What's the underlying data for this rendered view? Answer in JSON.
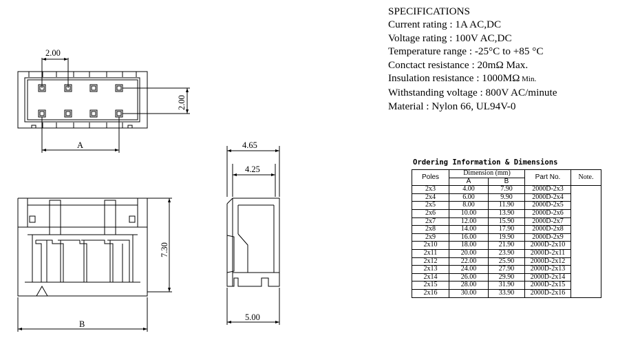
{
  "specifications": {
    "heading": "SPECIFICATIONS",
    "lines": [
      {
        "text": "Current rating : 1A AC,DC",
        "suffix": ""
      },
      {
        "text": "Voltage rating : 100V AC,DC",
        "suffix": ""
      },
      {
        "text": "Temperature range : -25°C to +85 °C",
        "suffix": ""
      },
      {
        "text": "Conctact resistance : 20mΩ  Max.",
        "suffix": ""
      },
      {
        "text": "Insulation resistance : 1000MΩ",
        "suffix": " Min."
      },
      {
        "text": "Withstanding voltage : 800V AC/minute",
        "suffix": ""
      },
      {
        "text": "Material : Nylon 66, UL94V-0",
        "suffix": ""
      }
    ]
  },
  "ordering": {
    "title": "Ordering Information & Dimensions",
    "header": {
      "poles": "Poles",
      "dimension": "Dimension (mm)",
      "a": "A",
      "b": "B",
      "part": "Part No.",
      "note": "Note."
    },
    "rows": [
      [
        "2x3",
        "4.00",
        "7.90",
        "2000D-2x3"
      ],
      [
        "2x4",
        "6.00",
        "9.90",
        "2000D-2x4"
      ],
      [
        "2x5",
        "8.00",
        "11.90",
        "2000D-2x5"
      ],
      [
        "2x6",
        "10.00",
        "13.90",
        "2000D-2x6"
      ],
      [
        "2x7",
        "12.00",
        "15.90",
        "2000D-2x7"
      ],
      [
        "2x8",
        "14.00",
        "17.90",
        "2000D-2x8"
      ],
      [
        "2x9",
        "16.00",
        "19.90",
        "2000D-2x9"
      ],
      [
        "2x10",
        "18.00",
        "21.90",
        "2000D-2x10"
      ],
      [
        "2x11",
        "20.00",
        "23.90",
        "2000D-2x11"
      ],
      [
        "2x12",
        "22.00",
        "25.90",
        "2000D-2x12"
      ],
      [
        "2x13",
        "24.00",
        "27.90",
        "2000D-2x13"
      ],
      [
        "2x14",
        "26.00",
        "29.90",
        "2000D-2x14"
      ],
      [
        "2x15",
        "28.00",
        "31.90",
        "2000D-2x15"
      ],
      [
        "2x16",
        "30.00",
        "33.90",
        "2000D-2x16"
      ]
    ]
  },
  "dimensions": {
    "pitch_horizontal": "2.00",
    "pitch_vertical": "2.00",
    "span_a": "A",
    "side_depth_outer": "4.65",
    "side_depth_inner": "4.25",
    "height": "7.30",
    "width_b": "B",
    "side_base": "5.00"
  }
}
